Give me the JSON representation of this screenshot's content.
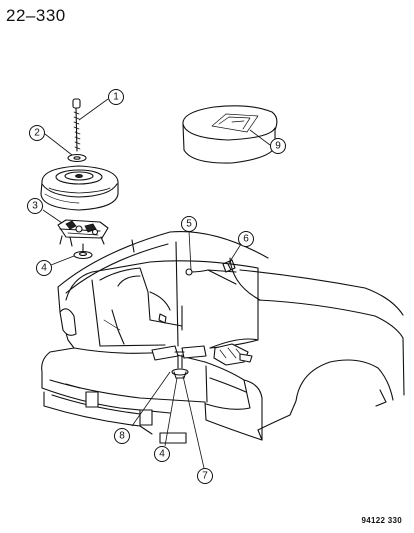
{
  "header": {
    "page_number": "22–330"
  },
  "footer": {
    "figure_code": "94122 330"
  },
  "callouts": [
    {
      "id": "c1",
      "label": "1"
    },
    {
      "id": "c2",
      "label": "2"
    },
    {
      "id": "c3",
      "label": "3"
    },
    {
      "id": "c4a",
      "label": "4"
    },
    {
      "id": "c5",
      "label": "5"
    },
    {
      "id": "c6",
      "label": "6"
    },
    {
      "id": "c7",
      "label": "7"
    },
    {
      "id": "c8",
      "label": "8"
    },
    {
      "id": "c4b",
      "label": "4"
    },
    {
      "id": "c9",
      "label": "9"
    }
  ]
}
